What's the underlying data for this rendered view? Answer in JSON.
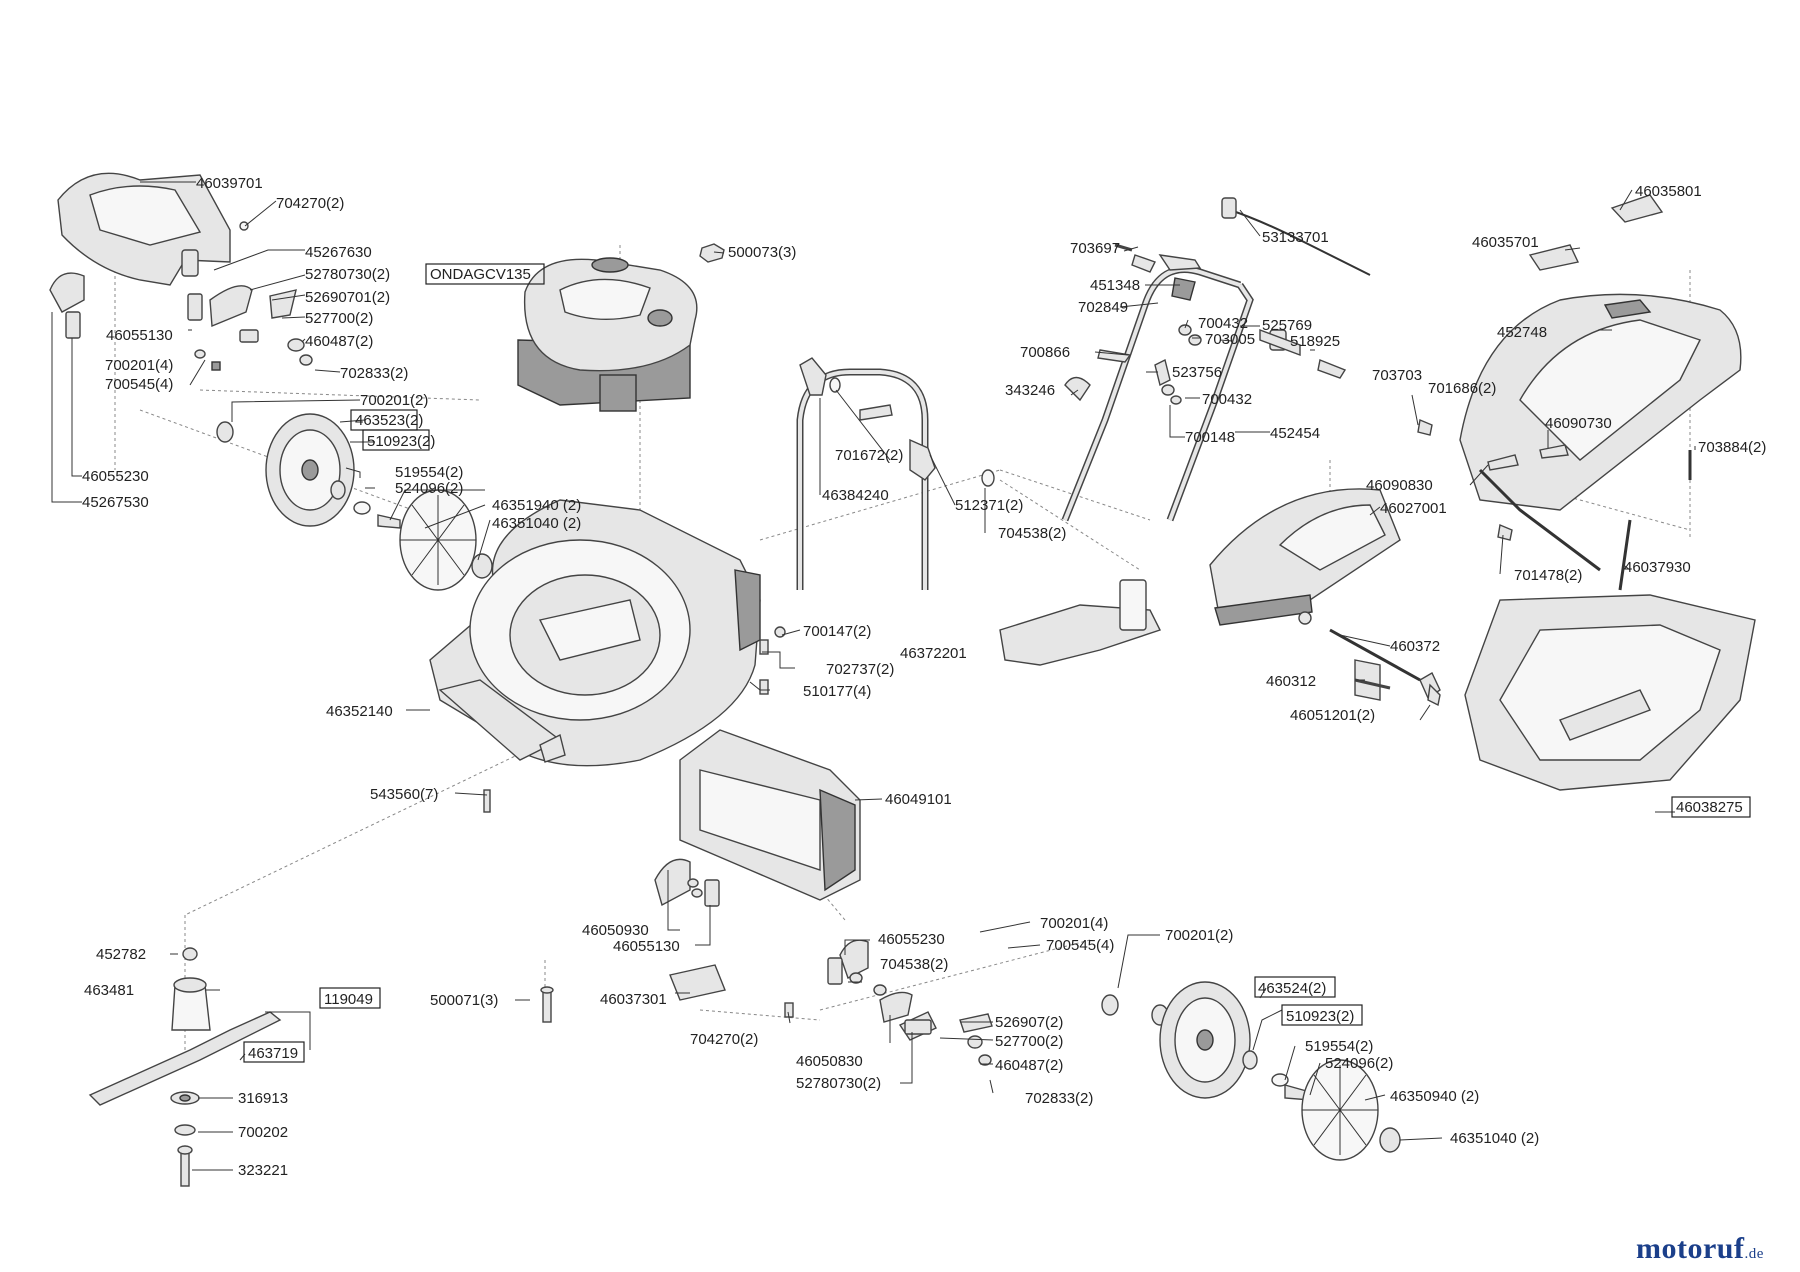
{
  "brand": {
    "name": "motoruf",
    "tld": ".de"
  },
  "labels": {
    "l46039701": "46039701",
    "l704270a": "704270(2)",
    "l45267630": "45267630",
    "l52780730a": "52780730(2)",
    "lONDAGCV135": "ONDAGCV135",
    "l52690701": "52690701(2)",
    "l527700a": "527700(2)",
    "l46055130a": "46055130",
    "l460487a": "460487(2)",
    "l700201_4a": "700201(4)",
    "l702833a": "702833(2)",
    "l700545a": "700545(4)",
    "l700201_2a": "700201(2)",
    "l463523": "463523(2)",
    "l510923a": "510923(2)",
    "l519554a": "519554(2)",
    "l46055230a": "46055230",
    "l524096a": "524096(2)",
    "l45267530": "45267530",
    "l46351940": "46351940 (2)",
    "l46351040a": "46351040 (2)",
    "l500073": "500073(3)",
    "l46384240": "46384240",
    "l701672": "701672(2)",
    "l512371": "512371(2)",
    "l704538a": "704538(2)",
    "l703697": "703697",
    "l53133701": "53133701",
    "l451348": "451348",
    "l702849": "702849",
    "l700432a": "700432",
    "l525769": "525769",
    "l703005": "703005",
    "l518925": "518925",
    "l700866": "700866",
    "l523756": "523756",
    "l703703": "703703",
    "l343246": "343246",
    "l700432b": "700432",
    "l700148": "700148",
    "l452454": "452454",
    "l46035801": "46035801",
    "l46035701": "46035701",
    "l452748": "452748",
    "l701686": "701686(2)",
    "l46090730": "46090730",
    "l703884": "703884(2)",
    "l46090830": "46090830",
    "l46027001": "46027001",
    "l701478": "701478(2)",
    "l46037930": "46037930",
    "l700147": "700147(2)",
    "l702737": "702737(2)",
    "l46372201": "46372201",
    "l510177": "510177(4)",
    "l46352140": "46352140",
    "l460372": "460372",
    "l460312": "460312",
    "l46051201": "46051201(2)",
    "l543560": "543560(7)",
    "l46049101": "46049101",
    "l46038275": "46038275",
    "l46050930a": "46050930",
    "l46055130b": "46055130",
    "l46055230b": "46055230",
    "l704538b": "704538(2)",
    "l700201_4b": "700201(4)",
    "l700545b": "700545(4)",
    "l700201_2b": "700201(2)",
    "l452782": "452782",
    "l463481": "463481",
    "l119049": "119049",
    "l463719": "463719",
    "l500071": "500071(3)",
    "l46037301": "46037301",
    "l463524": "463524(2)",
    "l510923b": "510923(2)",
    "l526907": "526907(2)",
    "l527700b": "527700(2)",
    "l460487b": "460487(2)",
    "l702833b": "702833(2)",
    "l519554b": "519554(2)",
    "l524096b": "524096(2)",
    "l704270b": "704270(2)",
    "l46050830": "46050830",
    "l52780730b": "52780730(2)",
    "l46350940": "46350940 (2)",
    "l46351040b": "46351040 (2)",
    "l316913": "316913",
    "l700202": "700202",
    "l323221": "323221"
  }
}
